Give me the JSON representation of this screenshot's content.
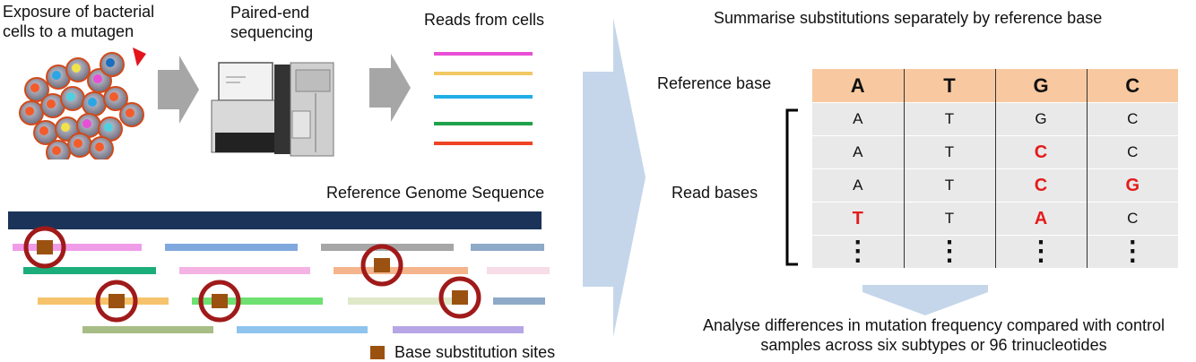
{
  "labels": {
    "exposure": [
      "Exposure of bacterial",
      "cells to a mutagen"
    ],
    "sequencing": [
      "Paired-end",
      "sequencing"
    ],
    "reads_from_cells": "Reads from cells",
    "reference_genome": "Reference  Genome  Sequence",
    "legend": "Base substitution sites",
    "summarise": "Summarise  substitutions  separately  by  reference  base",
    "reference_base": "Reference base",
    "read_bases": "Read bases",
    "analyse": [
      "Analyse differences in mutation frequency compared with control",
      "samples across six subtypes or 96 trinucleotides"
    ]
  },
  "table": {
    "header": [
      "A",
      "T",
      "G",
      "C"
    ],
    "rows": [
      [
        {
          "v": "A",
          "sub": false
        },
        {
          "v": "T",
          "sub": false
        },
        {
          "v": "G",
          "sub": false
        },
        {
          "v": "C",
          "sub": false
        }
      ],
      [
        {
          "v": "A",
          "sub": false
        },
        {
          "v": "T",
          "sub": false
        },
        {
          "v": "C",
          "sub": true
        },
        {
          "v": "C",
          "sub": false
        }
      ],
      [
        {
          "v": "A",
          "sub": false
        },
        {
          "v": "T",
          "sub": false
        },
        {
          "v": "C",
          "sub": true
        },
        {
          "v": "G",
          "sub": true
        }
      ],
      [
        {
          "v": "T",
          "sub": true
        },
        {
          "v": "T",
          "sub": false
        },
        {
          "v": "A",
          "sub": true
        },
        {
          "v": "C",
          "sub": false
        }
      ],
      [
        {
          "v": "⋮",
          "sub": false
        },
        {
          "v": "⋮",
          "sub": false
        },
        {
          "v": "⋮",
          "sub": false
        },
        {
          "v": "⋮",
          "sub": false
        }
      ]
    ]
  },
  "colors": {
    "substitution_text": "#e41b1b",
    "header_fill": "#f8c9a0",
    "cell_fill": "#e9e9e9",
    "genome_bar": "#1b3358",
    "site_marker": "#9b5211",
    "site_ring": "#a01a1a",
    "arrow_blue": "#c5d6ea",
    "arrow_gray": "#a6a6a6",
    "read_colors": [
      "#e84fd6",
      "#f1c862",
      "#21aee6",
      "#1fa24b",
      "#ef4423"
    ]
  }
}
